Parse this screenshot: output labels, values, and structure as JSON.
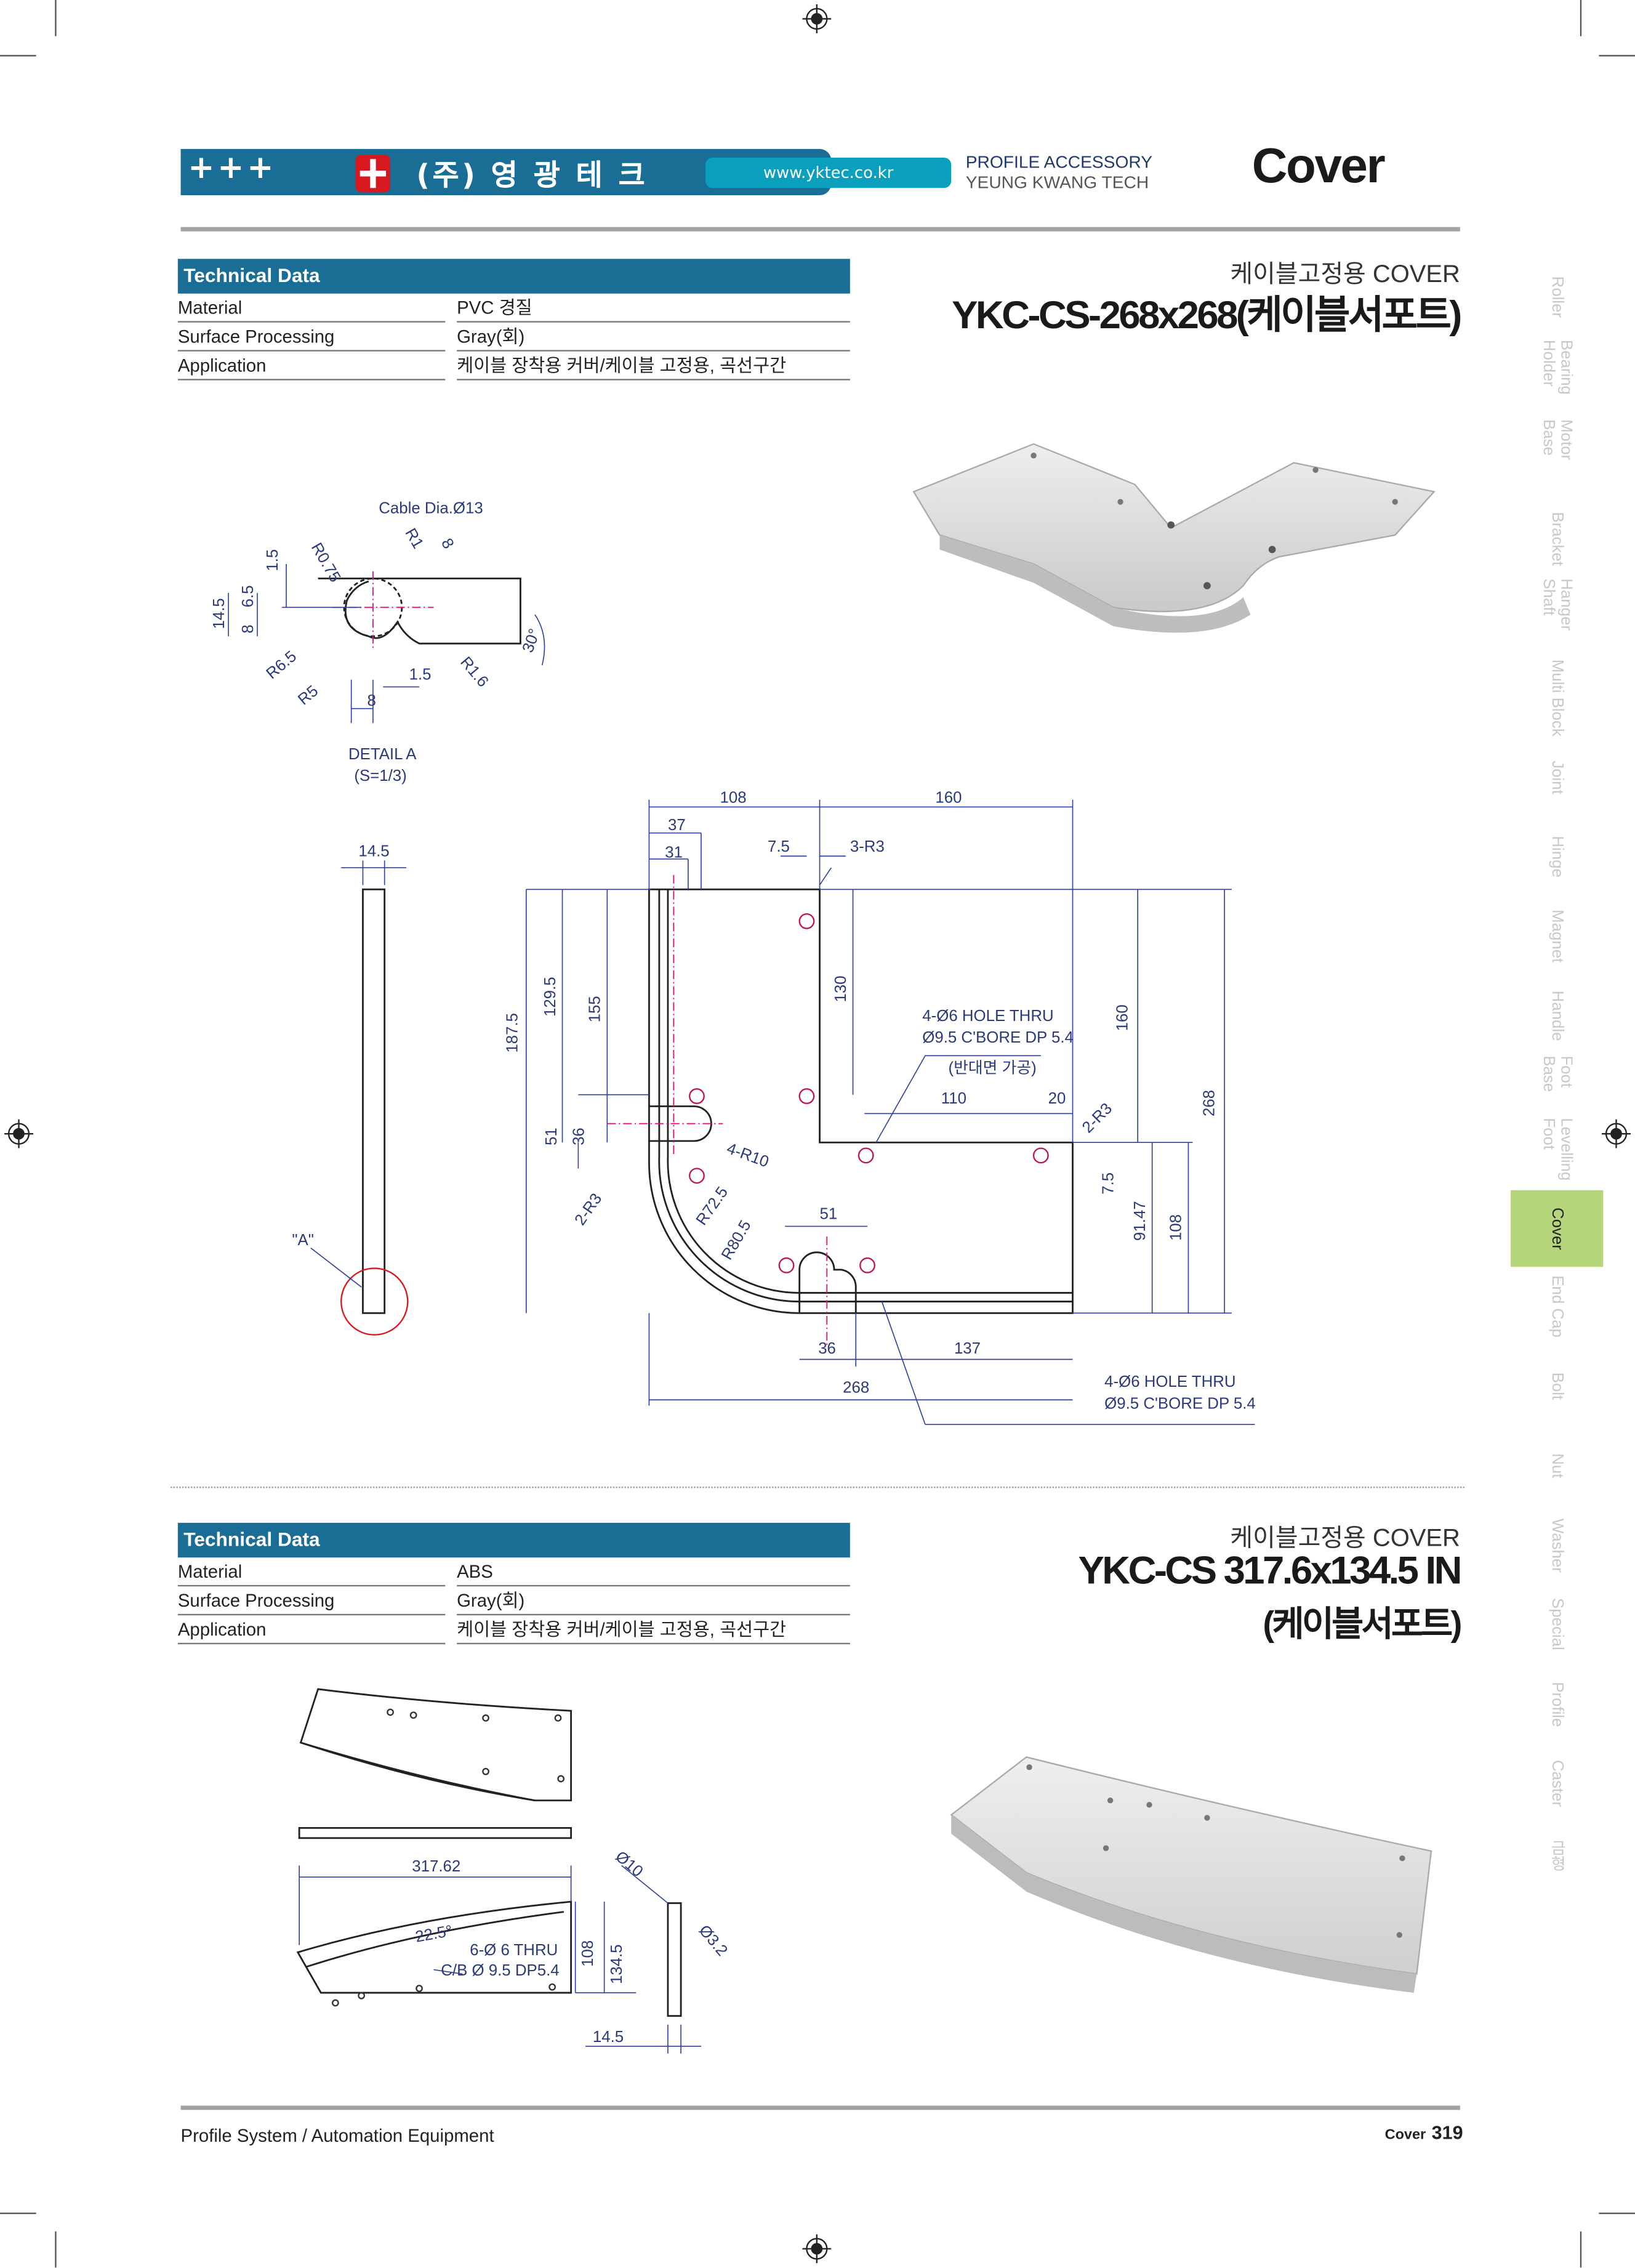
{
  "header": {
    "plus": "+++",
    "company": "(주) 영 광 테 크",
    "url": "www.yktec.co.kr",
    "line1": "PROFILE ACCESSORY",
    "line2": "YEUNG KWANG TECH",
    "section": "Cover"
  },
  "product1": {
    "subtitle": "케이블고정용 COVER",
    "title": "YKC-CS-268x268(케이블서포트)",
    "table": {
      "header": "Technical Data",
      "rows": [
        {
          "k": "Material",
          "v": "PVC 경질"
        },
        {
          "k": "Surface Processing",
          "v": "Gray(회)"
        },
        {
          "k": "Application",
          "v": "케이블 장착용 커버/케이블 고정용, 곡선구간"
        }
      ]
    },
    "detail": [
      "Cable Dia.Ø13",
      "R0.75",
      "R1",
      "8",
      "1.5",
      "14.5",
      "6.5",
      "8",
      "R6.5",
      "R5",
      "1.5",
      "8",
      "R1.6",
      "30°",
      "DETAIL A",
      "(S=1/3)"
    ],
    "dims": [
      "108",
      "160",
      "37",
      "31",
      "7.5",
      "3-R3",
      "187.5",
      "129.5",
      "155",
      "130",
      "4-Ø6 HOLE THRU",
      "Ø9.5 C'BORE DP 5.4",
      "(반대면 가공)",
      "110",
      "20",
      "160",
      "268",
      "51",
      "36",
      "4-R10",
      "2-R3",
      "R72.5",
      "R80.5",
      "51",
      "2-R3",
      "7.5",
      "91.47",
      "108",
      "36",
      "137",
      "268",
      "4-Ø6 HOLE THRU",
      "Ø9.5 C'BORE DP 5.4",
      "14.5",
      "\"A\""
    ]
  },
  "product2": {
    "subtitle": "케이블고정용 COVER",
    "title1": "YKC-CS 317.6x134.5 IN",
    "title2": "(케이블서포트)",
    "table": {
      "header": "Technical Data",
      "rows": [
        {
          "k": "Material",
          "v": "ABS"
        },
        {
          "k": "Surface Processing",
          "v": "Gray(회)"
        },
        {
          "k": "Application",
          "v": "케이블 장착용 커버/케이블 고정용, 곡선구간"
        }
      ]
    },
    "dims": [
      "317.62",
      "Ø10",
      "22.5°",
      "6-Ø 6 THRU",
      "C/B Ø 9.5 DP5.4",
      "108",
      "134.5",
      "Ø3.2",
      "14.5"
    ]
  },
  "sidebar": {
    "tabs": [
      "Roller",
      "Bearing Holder",
      "Motor Base",
      "Bracket",
      "Hanger Shaft",
      "Multi Block",
      "Joint",
      "Hinge",
      "Magnet",
      "Handle",
      "Foot Base",
      "Levelling Foot",
      "Cover",
      "End Cap",
      "Bolt",
      "Nut",
      "Washer",
      "Special",
      "Profile",
      "Caster",
      "금형"
    ],
    "active": "Cover",
    "active_color": "#b5d67a"
  },
  "footer": {
    "left": "Profile System / Automation Equipment",
    "section": "Cover",
    "page": "319"
  },
  "colors": {
    "brand": "#1a6e95",
    "accent": "#0aa0bd",
    "logo": "#d7191f"
  }
}
